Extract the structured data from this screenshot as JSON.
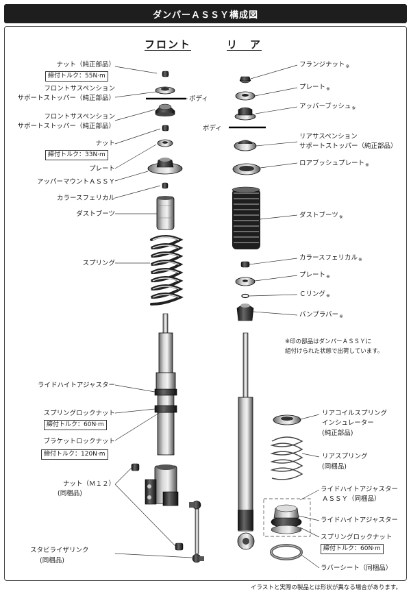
{
  "title": "ダンパーＡＳＳＹ構成図",
  "front_heading": "フロント",
  "rear_heading": "リ　ア",
  "front": {
    "nut_top": "ナット（純正部品）",
    "nut_top_torque": "締付トルク：55N·m",
    "stopper1_a": "フロントサスペンション",
    "stopper1_b": "サポートストッパー（純正部品）",
    "body": "ボディ",
    "stopper2_a": "フロントサスペンション",
    "stopper2_b": "サポートストッパー（純正部品）",
    "nut": "ナット",
    "nut_torque": "締付トルク：33N·m",
    "plate": "プレート",
    "upper_mount": "アッパーマウントＡＳＳＹ",
    "collar": "カラースフェリカル",
    "dust_boot": "ダストブーツ",
    "spring": "スプリング",
    "ride_height": "ライドハイトアジャスター",
    "spring_lock": "スプリングロックナット",
    "spring_lock_torque": "締付トルク：60N·m",
    "bracket_lock": "ブラケットロックナット",
    "bracket_lock_torque": "締付トルク：120N·m",
    "nut_m12_a": "ナット（Ｍ１２）",
    "nut_m12_b": "(同梱品)",
    "stab_link_a": "スタビライザリンク",
    "stab_link_b": "(同梱品)"
  },
  "rear": {
    "body": "ボディ",
    "flange_nut": "フランジナット",
    "plate1": "プレート",
    "upper_bush": "アッパーブッシュ",
    "support_stopper_a": "リアサスペンション",
    "support_stopper_b": "サポートストッパー（純正部品）",
    "lower_bush_plate": "ロアブッシュプレート",
    "dust_boot": "ダストブーツ",
    "collar": "カラースフェリカル",
    "plate2": "プレート",
    "c_ring": "Ｃリング",
    "bump_rubber": "バンプラバー",
    "asterisk": "※",
    "note_a": "※印の部品はダンパーＡＳＳＹに",
    "note_b": "組付けられた状態で出荷しています。",
    "insulator_a": "リアコイルスプリング",
    "insulator_b": "インシュレーター",
    "insulator_c": "(純正部品)",
    "rear_spring_a": "リアスプリング",
    "rear_spring_b": "(同梱品)",
    "ride_height_assy_a": "ライドハイトアジャスター",
    "ride_height_assy_b": "ＡＳＳＹ（同梱品）",
    "ride_height": "ライドハイトアジャスター",
    "spring_lock": "スプリングロックナット",
    "spring_lock_torque": "締付トルク：60N·m",
    "rubber_seat": "ラバーシート（同梱品）"
  },
  "footer": "イラストと実際の製品とは形状が異なる場合があります。"
}
